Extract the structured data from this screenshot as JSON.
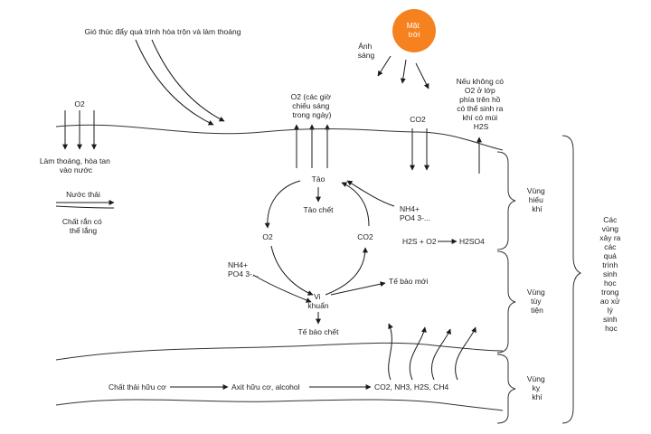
{
  "sun": {
    "label_line1": "Mặt",
    "label_line2": "trời",
    "color": "#f5821f"
  },
  "light": {
    "line1": "Ánh",
    "line2": "sáng"
  },
  "wind": "Gió thúc đẩy quá trình hòa trộn và làm thoáng",
  "o2_surface": "O2",
  "aeration": {
    "line1": "Làm thoáng, hòa tan",
    "line2": "vào nước"
  },
  "o2_daylight": {
    "line1": "O2 (các giờ",
    "line2": "chiếu sáng",
    "line3": "trong ngày)"
  },
  "co2_surface": "CO2",
  "h2s_note": {
    "line1": "Nếu không có",
    "line2": "O2 ở lớp",
    "line3": "phía trên hồ",
    "line4": "có thể sinh ra",
    "line5": "khí có mùi",
    "line6": "H2S"
  },
  "wastewater": "Nước thải",
  "settleable_solids": {
    "line1": "Chất rắn có",
    "line2": "thể lắng"
  },
  "algae": "Tảo",
  "dead_algae": "Tảo chết",
  "o2_cycle": "O2",
  "co2_cycle": "CO2",
  "nutrients_right": {
    "line1": "NH4+",
    "line2": "PO4 3-..."
  },
  "nutrients_left": {
    "line1": "NH4+",
    "line2": "PO4 3-..."
  },
  "h2s_reaction": {
    "left": "H2S + O2",
    "right": "H2SO4"
  },
  "new_cells": "Tế bào mới",
  "bacteria": {
    "line1": "Vi",
    "line2": "khuẩn"
  },
  "dead_cells": "Tế bào chết",
  "organic_waste": "Chất thải hữu cơ",
  "organic_acids": "Axit hữu cơ, alcohol",
  "gases": "CO2, NH3, H2S, CH4",
  "zones": {
    "aerobic": {
      "line1": "Vùng",
      "line2": "hiếu",
      "line3": "khí"
    },
    "facultative": {
      "line1": "Vùng",
      "line2": "tùy",
      "line3": "tiện"
    },
    "anaerobic": {
      "line1": "Vùng",
      "line2": "kỵ",
      "line3": "khí"
    }
  },
  "processes": {
    "line1": "Các",
    "line2": "vùng",
    "line3": "xảy ra",
    "line4": "các",
    "line5": "quá",
    "line6": "trình",
    "line7": "sinh",
    "line8": "học",
    "line9": "trong",
    "line10": "ao xử",
    "line11": "lý",
    "line12": "sinh",
    "line13": "học"
  }
}
